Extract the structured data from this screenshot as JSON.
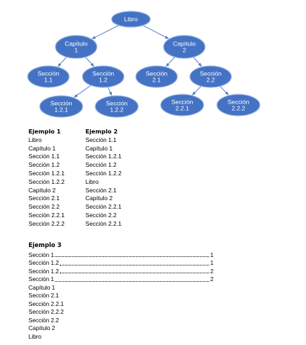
{
  "tree": {
    "nodes": [
      {
        "id": "libro",
        "lines": [
          "Libro"
        ]
      },
      {
        "id": "cap1",
        "lines": [
          "Capítulo",
          "1"
        ]
      },
      {
        "id": "cap2",
        "lines": [
          "Capítulo",
          "2"
        ]
      },
      {
        "id": "sec11",
        "lines": [
          "Sección",
          "1.1"
        ]
      },
      {
        "id": "sec12",
        "lines": [
          "Sección",
          "1.2"
        ]
      },
      {
        "id": "sec21",
        "lines": [
          "Sección",
          "2.1"
        ]
      },
      {
        "id": "sec22",
        "lines": [
          "Sección",
          "2.2"
        ]
      },
      {
        "id": "sec121",
        "lines": [
          "Sección",
          "1.2.1"
        ]
      },
      {
        "id": "sec122",
        "lines": [
          "Sección",
          "1.2.2"
        ]
      },
      {
        "id": "sec221",
        "lines": [
          "Sección",
          "2.2.1"
        ]
      },
      {
        "id": "sec222",
        "lines": [
          "Sección",
          "2.2.2"
        ]
      }
    ],
    "edges": [
      [
        "libro",
        "cap1"
      ],
      [
        "libro",
        "cap2"
      ],
      [
        "cap1",
        "sec11"
      ],
      [
        "cap1",
        "sec12"
      ],
      [
        "cap2",
        "sec21"
      ],
      [
        "cap2",
        "sec22"
      ],
      [
        "sec12",
        "sec121"
      ],
      [
        "sec12",
        "sec122"
      ],
      [
        "sec22",
        "sec221"
      ],
      [
        "sec22",
        "sec222"
      ]
    ],
    "node_color": "#4472C4",
    "text_color": "#FFFFFF"
  },
  "example1": {
    "title": "Ejemplo 1",
    "items": [
      "Libro",
      "Capítulo 1",
      "Sección 1.1",
      "Sección 1.2",
      "Sección 1.2.1",
      "Sección 1.2.2",
      "Capítulo 2",
      "Sección 2.1",
      "Sección 2.2",
      "Sección 2.2.1",
      "Sección 2.2.2"
    ]
  },
  "example2": {
    "title": "Ejemplo 2",
    "items": [
      "Sección 1.1",
      "Capítulo 1",
      "Sección 1.2.1",
      "Sección 1.2",
      "Sección 1.2.2",
      "Libro",
      "Sección 2.1",
      "Capítulo 2",
      "Sección 2.2.1",
      "Sección 2.2",
      "Sección 2.2.1"
    ]
  },
  "example3": {
    "title": "Ejemplo 3",
    "toc": [
      {
        "label": "Sección 1",
        "page": "1"
      },
      {
        "label": "Sección 1.2",
        "page": "1"
      },
      {
        "label": "Sección 1.2",
        "page": "2"
      },
      {
        "label": "Sección 1",
        "page": "2"
      }
    ],
    "items": [
      "Capítulo 1",
      "Sección 2.1",
      "Sección 2.2.1",
      "Sección 2.2.2",
      "Sección 2.2",
      "Capítulo 2",
      "Libro"
    ]
  }
}
